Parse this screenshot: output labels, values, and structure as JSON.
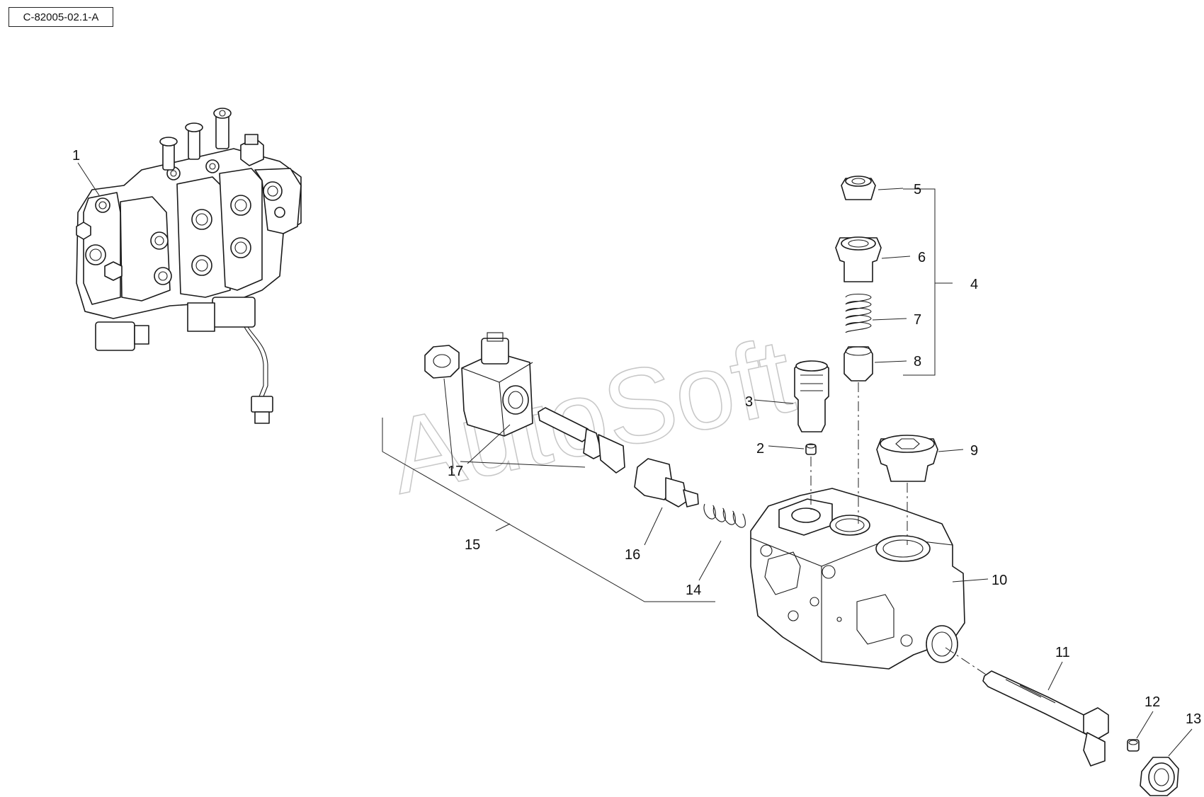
{
  "drawing_code": "C-82005-02.1-A",
  "watermark": "AutoSoft",
  "callouts": [
    {
      "id": "1",
      "label": "1"
    },
    {
      "id": "2",
      "label": "2"
    },
    {
      "id": "3",
      "label": "3"
    },
    {
      "id": "4",
      "label": "4"
    },
    {
      "id": "5",
      "label": "5"
    },
    {
      "id": "6",
      "label": "6"
    },
    {
      "id": "7",
      "label": "7"
    },
    {
      "id": "8",
      "label": "8"
    },
    {
      "id": "9",
      "label": "9"
    },
    {
      "id": "10",
      "label": "10"
    },
    {
      "id": "11",
      "label": "11"
    },
    {
      "id": "12",
      "label": "12"
    },
    {
      "id": "13",
      "label": "13"
    },
    {
      "id": "14",
      "label": "14"
    },
    {
      "id": "15",
      "label": "15"
    },
    {
      "id": "16",
      "label": "16"
    },
    {
      "id": "17",
      "label": "17"
    }
  ]
}
